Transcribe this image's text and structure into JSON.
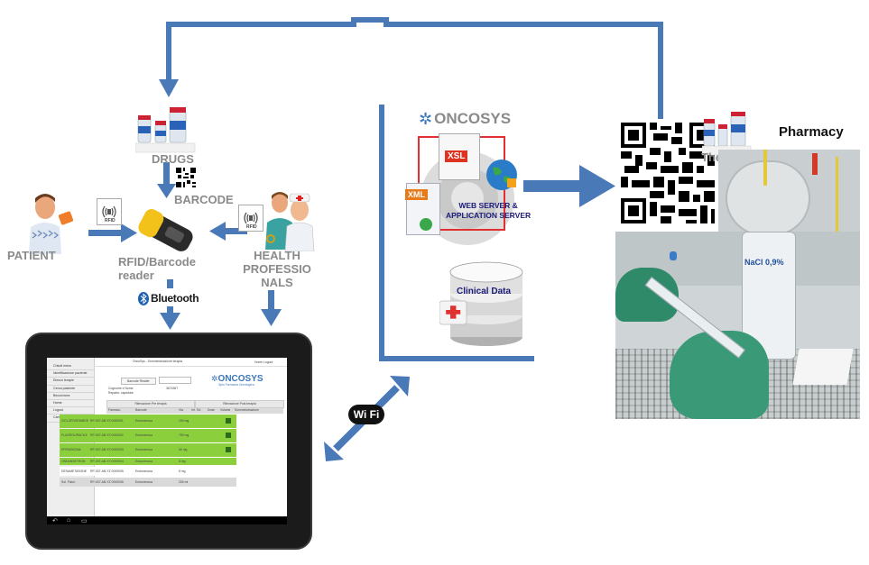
{
  "labels": {
    "drugs": "DRUGS",
    "barcode": "BARCODE",
    "patient": "PATIENT",
    "reader": "RFID/Barcode\nreader",
    "health": "HEALTH\nPROFESSIO\nNALS",
    "bluetooth": "Bluetooth",
    "rfid": "RFID",
    "wifi": "Wi Fi",
    "oncosys": "ONCOSYS",
    "xsl": "XSL",
    "xml": "XML",
    "server": "WEB SERVER &\nAPPLICATION SERVER",
    "clinical": "Clinical Data",
    "pharmacy": "Pharmacy",
    "therapy": "Therapy",
    "nacl": "NaCl 0,9%"
  },
  "tablet": {
    "title_bar": "OncoSys - Somministrazione terapia",
    "sidebar": [
      "Chiudi menu",
      "Identificazione paziente",
      "Elenco terapie",
      "Cerca paziente",
      "Beconvices",
      "Home",
      "Logout",
      "Cambio paziente"
    ],
    "barcode_button": "Barcode Reader",
    "patient_name": "Cognome e Nome",
    "patient_reg": "Reparto: ospedale",
    "patient_id": "3674367",
    "oncosys_brand": "ONCOSYS",
    "tagline": "Spin Farmacia Oncologica",
    "section_left": "Rilevazione Pre terapia",
    "section_right": "Rilevazione Post terapia",
    "columns": [
      "Farmaco",
      "Barcode",
      "Via",
      "Inf. Tot.",
      "Dose",
      "Volume",
      "Somministrazione"
    ],
    "top_right": "Home  Logout",
    "rows": [
      {
        "farmaco": "CICLOFOSFAMIDE",
        "barcode": "RP-007-AB-YZ 0000001",
        "via": "Endovenosa",
        "dose": "100 mg",
        "status": "green"
      },
      {
        "farmaco": "FLUOROURACILE",
        "barcode": "RP-007-AB-YZ 0000002",
        "via": "Endovenosa",
        "dose": "750 mg",
        "status": "green"
      },
      {
        "farmaco": "EPIRUBICINA",
        "barcode": "RP-007-AB-YZ 0000003",
        "via": "Endovenosa",
        "dose": "60 mg",
        "status": "green"
      },
      {
        "farmaco": "ONDANSETRON",
        "barcode": "RP-007-AB-YZ 0000004",
        "via": "Endovenosa",
        "dose": "8 mg",
        "status": "green"
      },
      {
        "farmaco": "DESAMETASONE",
        "barcode": "RP-007-AB-YZ 0000005",
        "via": "Endovenosa",
        "dose": "8 mg",
        "status": "white"
      },
      {
        "farmaco": "Sol. Fisiol.",
        "barcode": "RP-007-AB-YZ 0000006",
        "via": "Endovenosa",
        "dose": "250 ml",
        "status": "grey"
      }
    ]
  },
  "colors": {
    "arrow": "#4a79b8",
    "text_grey": "#8a8a8a",
    "row_green": "#8bcf3c",
    "server_frame": "#e03030"
  }
}
